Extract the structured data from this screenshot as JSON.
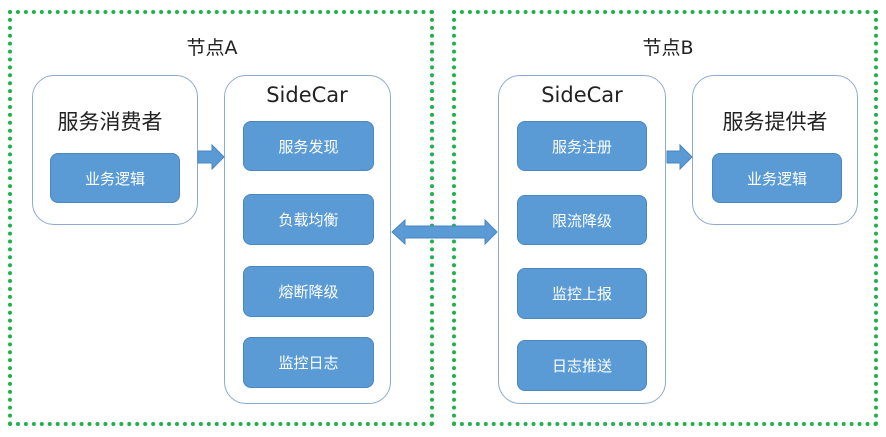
{
  "node_a": {
    "label": "节点A",
    "consumer": {
      "title": "服务消费者",
      "item": "业务逻辑"
    },
    "sidecar": {
      "title": "SideCar",
      "items": [
        "服务发现",
        "负载均衡",
        "熔断降级",
        "监控日志"
      ]
    }
  },
  "node_b": {
    "label": "节点B",
    "provider": {
      "title": "服务提供者",
      "item": "业务逻辑"
    },
    "sidecar": {
      "title": "SideCar",
      "items": [
        "服务注册",
        "限流降级",
        "监控上报",
        "日志推送"
      ]
    }
  },
  "colors": {
    "node_border": "#1fb24a",
    "item_fill": "#5b9bd5",
    "box_border": "#8eaad0"
  }
}
